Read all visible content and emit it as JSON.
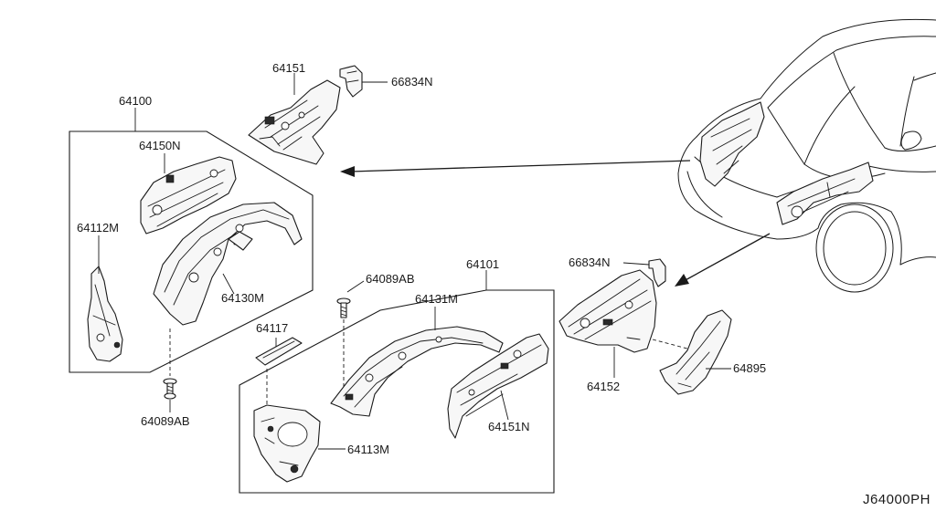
{
  "diagram_code": "J64000PH",
  "parts": {
    "p64151": "64151",
    "p66834N_top": "66834N",
    "p64100": "64100",
    "p64150N": "64150N",
    "p64112M": "64112M",
    "p64130M": "64130M",
    "p64089AB_left": "64089AB",
    "p64089AB_mid": "64089AB",
    "p64101": "64101",
    "p64131M": "64131M",
    "p64117": "64117",
    "p64113M": "64113M",
    "p64151N": "64151N",
    "p66834N_right": "66834N",
    "p64152": "64152",
    "p64895": "64895"
  },
  "icons": {
    "vehicle": "vehicle-front-outline-icon",
    "bolt": "bolt-icon",
    "arrow": "pointer-arrow-icon"
  }
}
